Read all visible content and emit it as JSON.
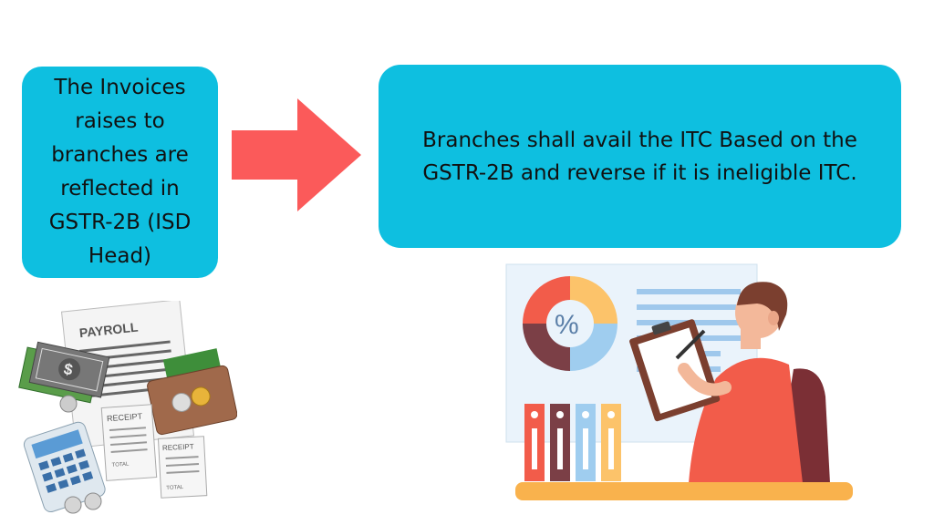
{
  "left_box": {
    "text": "The Invoices\nraises to\nbranches are\nreflected in\nGSTR-2B  (ISD\nHead)"
  },
  "right_box": {
    "text": "Branches shall avail the ITC Based on the\nGSTR-2B and reverse if it is ineligible ITC."
  },
  "illustration_left": {
    "payroll_label": "PAYROLL",
    "receipt_label": "RECEIPT",
    "receipt_label_2": "RECEIPT",
    "total_label": "TOTAL",
    "total_label_2": "TOTAL",
    "dollar": "$"
  },
  "illustration_right": {
    "percent": "%"
  },
  "colors": {
    "box": "#0ebfe0",
    "arrow": "#fb5a5a"
  }
}
